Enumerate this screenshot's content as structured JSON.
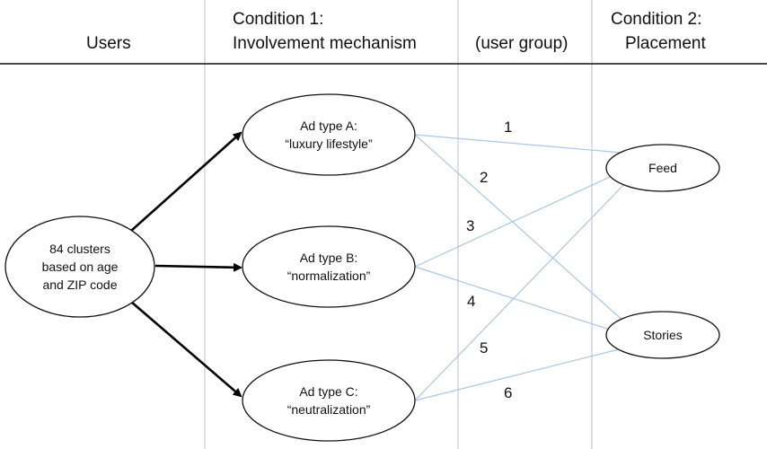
{
  "headers": {
    "users": "Users",
    "condition1_line1": "Condition 1:",
    "condition1_line2": "Involvement mechanism",
    "user_group": "(user group)",
    "condition2_line1": "Condition 2:",
    "condition2_line2": "Placement"
  },
  "source_node": {
    "line1": "84 clusters",
    "line2": "based on age",
    "line3": "and ZIP code"
  },
  "ads": [
    {
      "line1": "Ad type A:",
      "line2": "“luxury lifestyle”"
    },
    {
      "line1": "Ad type B:",
      "line2": "“normalization”"
    },
    {
      "line1": "Ad type C:",
      "line2": "“neutralization”"
    }
  ],
  "placements": [
    "Feed",
    "Stories"
  ],
  "group_numbers": [
    "1",
    "2",
    "3",
    "4",
    "5",
    "6"
  ],
  "colors": {
    "connector": "#a9c6e6",
    "divider": "#b8c0cc",
    "arrow": "#000000"
  }
}
